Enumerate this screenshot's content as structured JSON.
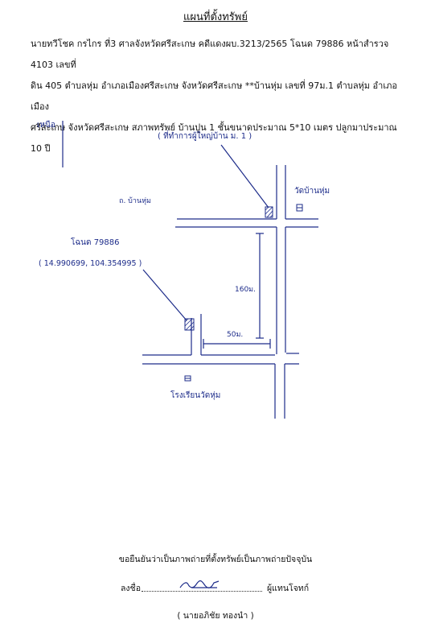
{
  "title": "แผนที่ตั้งทรัพย์",
  "description": "นายทวีโชค กรไกร ที่3 ศาลจังหวัดศรีสะเกษ คดีแดงผบ.3213/2565 โฉนด 79886 หน้าสำรวจ 4103 เลขที่\nดิน 405 ตำบลหุ่ม อำเภอเมืองศรีสะเกษ  จังหวัดศรีสะเกษ **บ้านหุ่ม  เลขที่ 97ม.1 ตำบลหุ่ม อำเภอเมือง\nศรีสะเกษ  จังหวัดศรีสะเกษ สภาพทรัพย์ บ้านปูน 1 ชั้นขนาดประมาณ 5*10 เมตร ปลูกมาประมาณ 10 ปี",
  "map": {
    "north_label": "เหนือ",
    "village_label": "( ที่ทำการผู้ใหญ่บ้าน ม. 1 )",
    "temple_label": "วัดบ้านหุ่ม",
    "road_label": "ถ. บ้านหุ่ม",
    "deed_label": "โฉนด 79886",
    "coordinates": "( 14.990699, 104.354995 )",
    "distance_vertical": "160ม.",
    "distance_horizontal": "50ม.",
    "school_label": "โรงเรียนวัดหุ่ม"
  },
  "certification": "ขอยืนยันว่าเป็นภาพถ่ายที่ตั้งทรัพย์เป็นภาพถ่ายปัจจุบัน",
  "signature": {
    "label": "ลงชื่อ",
    "role": "ผู้แทนโจทก์",
    "signer": "(  นายอภิชัย    ทองนำ  )"
  },
  "colors": {
    "ink": "#1d2c8a",
    "text": "#111111"
  }
}
